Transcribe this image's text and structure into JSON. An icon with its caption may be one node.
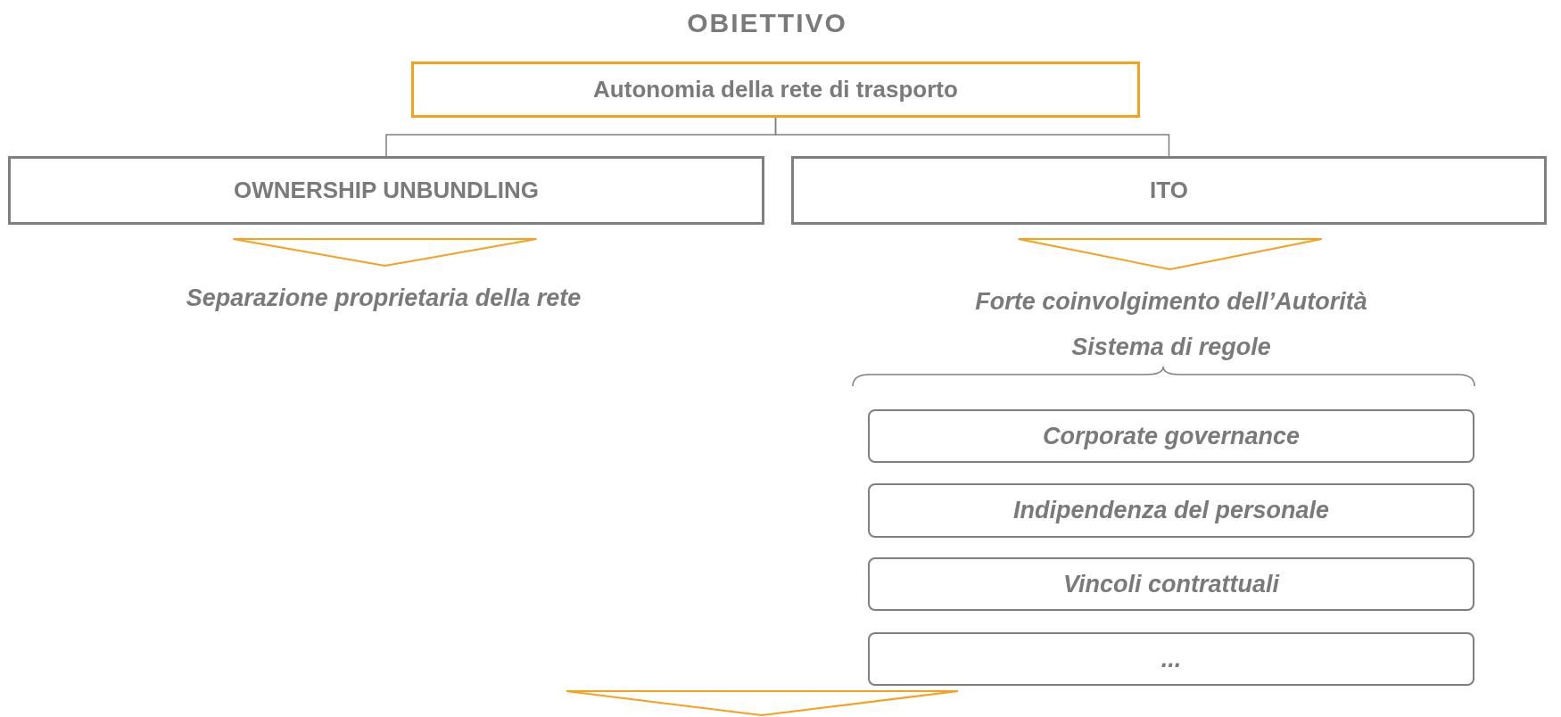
{
  "diagram": {
    "title": "OBIETTIVO",
    "nodes": [
      {
        "text": [
          "Autonomia della rete di trasporto"
        ]
      },
      {
        "text": [
          "OWNERSHIP UNBUNDLING"
        ]
      },
      {
        "text": [
          "ITO"
        ]
      },
      {
        "text": [
          "Separazione proprietaria della rete"
        ]
      },
      {
        "text": [
          "Forte coinvolgimento dell’Autorità"
        ]
      },
      {
        "text": [
          "Corporate governance"
        ]
      },
      {
        "text": [
          "Indipendenza del personale"
        ]
      },
      {
        "text": [
          "Vincoli contrattuali"
        ]
      },
      {
        "text": [
          "..."
        ]
      }
    ],
    "edges": [
      {
        "from": 0,
        "to": 1,
        "arrow": "none"
      },
      {
        "from": 0,
        "to": 2,
        "arrow": "none"
      },
      {
        "from": 1,
        "to": 3,
        "arrow": "to",
        "color": "#f7a01c"
      },
      {
        "from": 2,
        "to": 4,
        "arrow": "to",
        "color": "#f7a01c"
      }
    ],
    "labels": [
      "Sistema di regole"
    ]
  }
}
